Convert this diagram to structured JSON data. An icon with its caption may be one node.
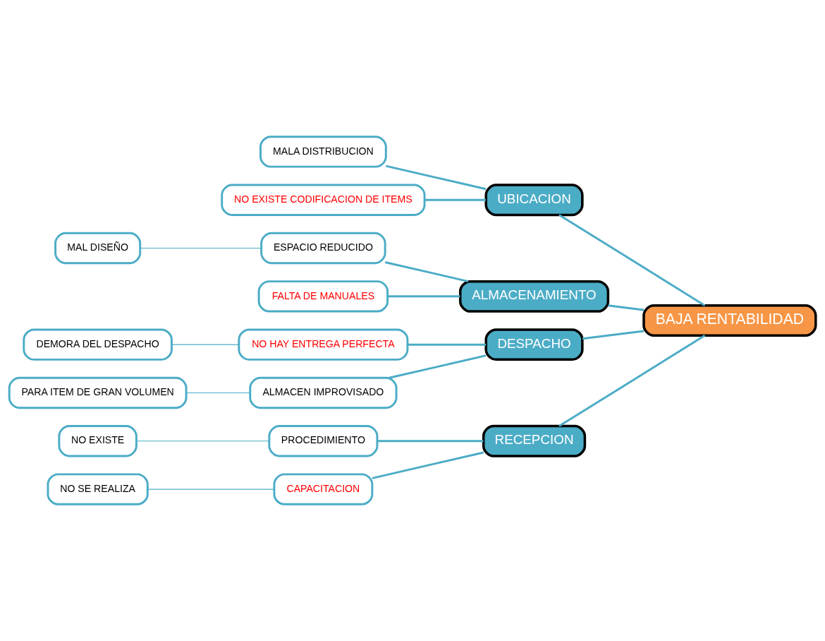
{
  "diagram": {
    "nodes": [
      {
        "text": [
          "RECEPCION"
        ]
      },
      {
        "text": [
          "UBICACION"
        ]
      },
      {
        "text": [
          "BAJA RENTABILIDAD"
        ]
      },
      {
        "text": [
          "PROCEDIMIENTO"
        ]
      },
      {
        "text": [
          "NO EXISTE"
        ]
      },
      {
        "text": [
          "CAPACITACION"
        ]
      },
      {
        "text": [
          "NO SE REALIZA"
        ]
      },
      {
        "text": [
          "MALA DISTRIBUCION"
        ]
      },
      {
        "text": [
          "NO EXISTE CODIFICACION DE ITEMS"
        ]
      },
      {
        "text": [
          "ESPACIO REDUCIDO"
        ]
      },
      {
        "text": [
          "MAL DISEÑO"
        ]
      },
      {
        "text": [
          "NO HAY ENTREGA PERFECTA"
        ]
      },
      {
        "text": [
          "DEMORA DEL DESPACHO"
        ]
      },
      {
        "text": [
          "FALTA DE MANUALES"
        ]
      },
      {
        "text": [
          "ALMACEN IMPROVISADO"
        ]
      },
      {
        "text": [
          "PARA ITEM DE GRAN VOLUMEN"
        ]
      },
      {
        "text": [
          "ALMACENAMIENTO"
        ]
      },
      {
        "text": [
          "DESPACHO"
        ]
      }
    ],
    "edges": [
      {
        "from": 0,
        "to": 2,
        "arrow": "none"
      },
      {
        "from": 1,
        "to": 2,
        "arrow": "none"
      },
      {
        "from": 16,
        "to": 2,
        "arrow": "none"
      },
      {
        "from": 17,
        "to": 2,
        "arrow": "none"
      },
      {
        "from": 3,
        "to": 0,
        "arrow": "none"
      },
      {
        "from": 4,
        "to": 3,
        "arrow": "none"
      },
      {
        "from": 5,
        "to": 0,
        "arrow": "none"
      },
      {
        "from": 6,
        "to": 5,
        "arrow": "none"
      },
      {
        "from": 7,
        "to": 1,
        "arrow": "none"
      },
      {
        "from": 8,
        "to": 1,
        "arrow": "none"
      },
      {
        "from": 9,
        "to": 16,
        "arrow": "none"
      },
      {
        "from": 10,
        "to": 9,
        "arrow": "none"
      },
      {
        "from": 13,
        "to": 16,
        "arrow": "none"
      },
      {
        "from": 11,
        "to": 17,
        "arrow": "none"
      },
      {
        "from": 12,
        "to": 11,
        "arrow": "none"
      },
      {
        "from": 14,
        "to": 17,
        "arrow": "none"
      },
      {
        "from": 15,
        "to": 14,
        "arrow": "none"
      }
    ]
  }
}
